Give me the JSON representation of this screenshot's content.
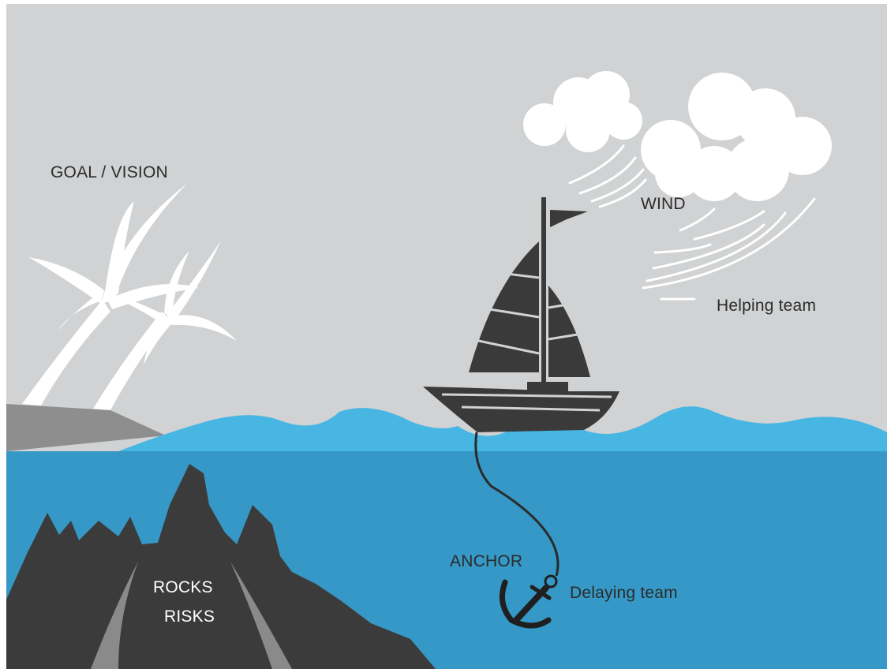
{
  "labels": {
    "goal": "GOAL / VISION",
    "wind": "WIND",
    "helping": "Helping team",
    "anchor": "ANCHOR",
    "delaying": "Delaying team",
    "rocks": "ROCKS",
    "risks": "RISKS"
  },
  "icons": [
    "palm-trees-icon",
    "sailboat-icon",
    "cloud-icon",
    "wind-lines-icon",
    "anchor-icon",
    "rocks-icon"
  ],
  "colors": {
    "sky": "#d0d2d3",
    "wave": "#47b6e3",
    "sea": "#3598c6",
    "boat": "#3a3a3a",
    "rock": "#3b3b3b",
    "shore": "#8e8e8e",
    "white": "#ffffff"
  }
}
